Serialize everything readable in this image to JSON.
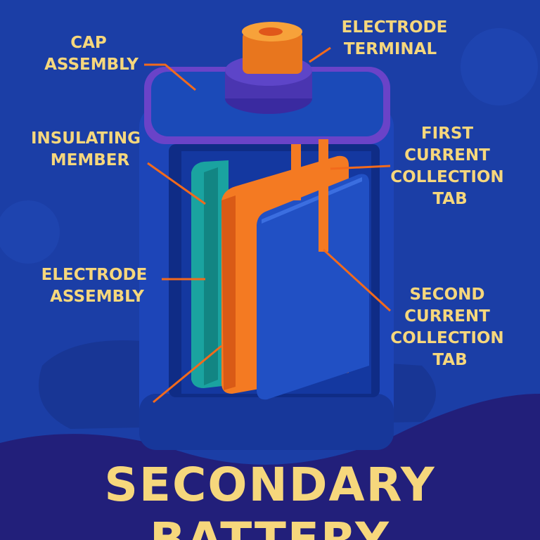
{
  "title": {
    "line1": "SECONDARY",
    "line2": "BATTERY"
  },
  "labels": {
    "cap_assembly": [
      "CAP",
      "ASSEMBLY"
    ],
    "electrode_terminal": [
      "ELECTRODE",
      "TERMINAL"
    ],
    "insulating_member": [
      "INSULATING",
      "MEMBER"
    ],
    "first_tab": [
      "FIRST",
      "CURRENT",
      "COLLECTION",
      "TAB"
    ],
    "electrode_assembly": [
      "ELECTRODE",
      "ASSEMBLY"
    ],
    "second_tab": [
      "SECOND",
      "CURRENT",
      "COLLECTION",
      "TAB"
    ]
  },
  "colors": {
    "background": "#1b3ea6",
    "label": "#f6d77c",
    "leader": "#f26a1c",
    "teal": "#1aa3a0",
    "orange": "#f47a22",
    "purple": "#5a3fb0"
  }
}
